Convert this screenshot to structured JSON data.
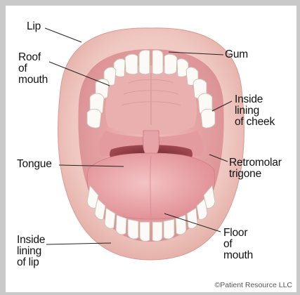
{
  "labels": {
    "lip": "Lip",
    "roof_of_mouth": "Roof\nof\nmouth",
    "gum": "Gum",
    "inside_lining_of_cheek": "Inside\nlining\nof cheek",
    "tongue": "Tongue",
    "retromolar_trigone": "Retromolar\ntrigone",
    "inside_lining_of_lip": "Inside\nlining\nof lip",
    "floor_of_mouth": "Floor\nof\nmouth"
  },
  "credit": "©Patient Resource LLC",
  "colors": {
    "frame": "#c9c9c9",
    "lip": "#e9bcb4",
    "palate": "#e8a6a5",
    "tongue": "#e79a9e",
    "throat": "#8b3b42",
    "tooth": "#fbfaf6",
    "leader": "#222222"
  }
}
